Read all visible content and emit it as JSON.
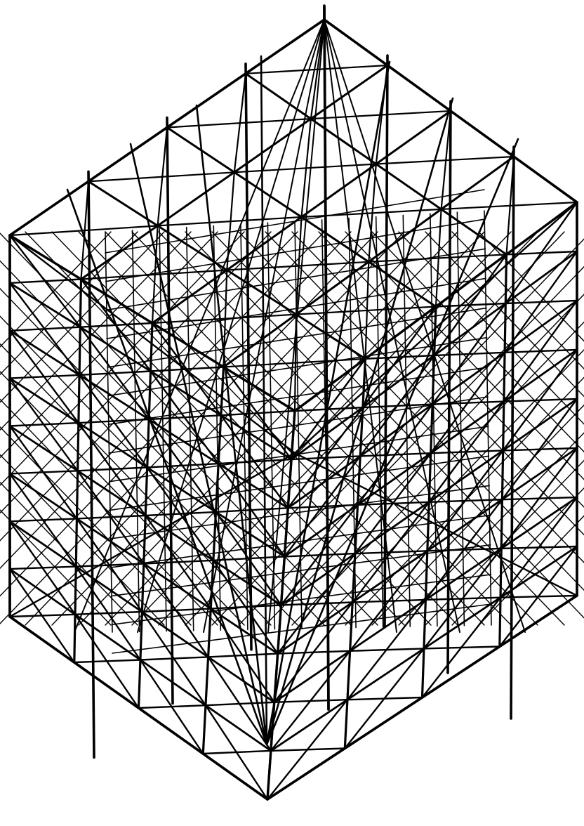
{
  "figure": {
    "kind": "isometric space-frame lattice (line drawing)",
    "grid": {
      "outer_rings": 2,
      "inner_rings": 4,
      "vertical_levels": 8,
      "diagonal_bays": 7
    },
    "colors": {
      "background": "#ffffff",
      "line": "#000000"
    }
  }
}
